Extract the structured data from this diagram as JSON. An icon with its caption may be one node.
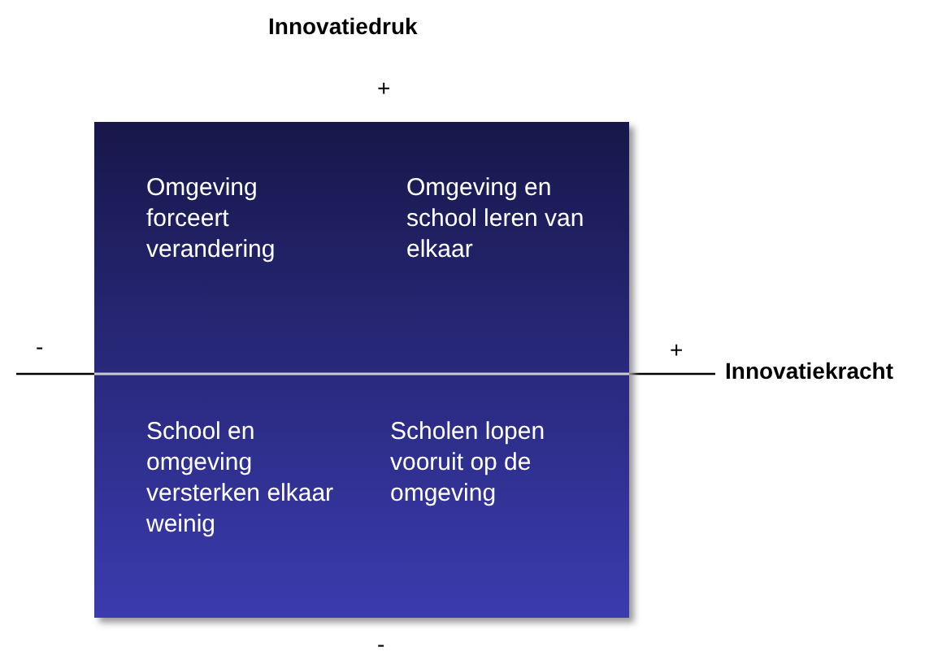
{
  "diagram": {
    "nodes": [
      {
        "text": [
          "Omgeving forceert verandering"
        ]
      },
      {
        "text": [
          "Omgeving en school leren van elkaar"
        ]
      },
      {
        "text": [
          "School en omgeving versterken elkaar weinig"
        ]
      },
      {
        "text": [
          "Scholen lopen vooruit op de omgeving"
        ]
      }
    ],
    "labels": [
      "Innovatiedruk",
      "+",
      "-",
      "+",
      "Innovatiekracht",
      "-"
    ]
  }
}
